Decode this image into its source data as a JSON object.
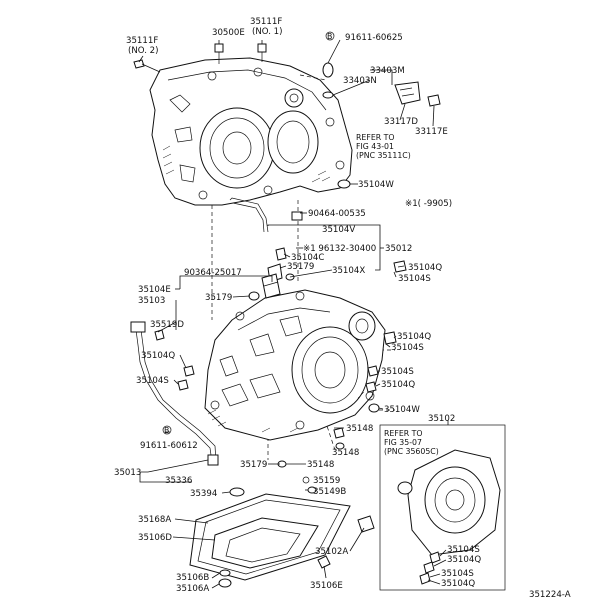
{
  "labels": {
    "p35111F_no2_num": "35111F",
    "p35111F_no2_sub": "(NO. 2)",
    "p30500E": "30500E",
    "p35111F_no1_num": "35111F",
    "p35111F_no1_sub": "(NO. 1)",
    "p91611_60625": "91611-60625",
    "p33403M": "33403M",
    "p33403N": "33403N",
    "p33117D": "33117D",
    "p33117E": "33117E",
    "refer1_l1": "REFER TO",
    "refer1_l2": "FIG 43-01",
    "refer1_l3": "(PNC 35111C)",
    "p35104W_top": "35104W",
    "note_date": "※1(     -9905)",
    "p90464_00535": "90464-00535",
    "p35104V": "35104V",
    "p96132_30400": "※1 96132-30400",
    "p35012": "35012",
    "p35104C": "35104C",
    "p35179_top": "35179",
    "p35104X": "35104X",
    "p90364_25017": "90364-25017",
    "p35104Q_1": "35104Q",
    "p35104S_1": "35104S",
    "p35104E": "35104E",
    "p35103": "35103",
    "p35179_mid": "35179",
    "p35519D": "35519D",
    "p35104Q_2": "35104Q",
    "p35104S_2": "35104S",
    "p35104Q_left": "35104Q",
    "p35104S_left": "35104S",
    "p35104S_3": "35104S",
    "p35104Q_3": "35104Q",
    "p35104W_mid": "35104W",
    "p35102": "35102",
    "p91611_60612": "91611-60612",
    "p35148_a": "35148",
    "p35148_b": "35148",
    "refer2_l1": "REFER TO",
    "refer2_l2": "FIG 35-07",
    "refer2_l3": "(PNC 35605C)",
    "p35013": "35013",
    "p35179_bot": "35179",
    "p35148_c": "35148",
    "p35336": "35336",
    "p35159": "35159",
    "p35149B": "35149B",
    "p35394": "35394",
    "p35168A": "35168A",
    "p35106D": "35106D",
    "p35102A": "35102A",
    "p35104S_br1": "35104S",
    "p35104Q_br1": "35104Q",
    "p35104S_br2": "35104S",
    "p35104Q_br2": "35104Q",
    "p35106B": "35106B",
    "p35106A": "35106A",
    "p35106E": "35106E",
    "figure_code": "351224-A",
    "circle_b": "B"
  }
}
